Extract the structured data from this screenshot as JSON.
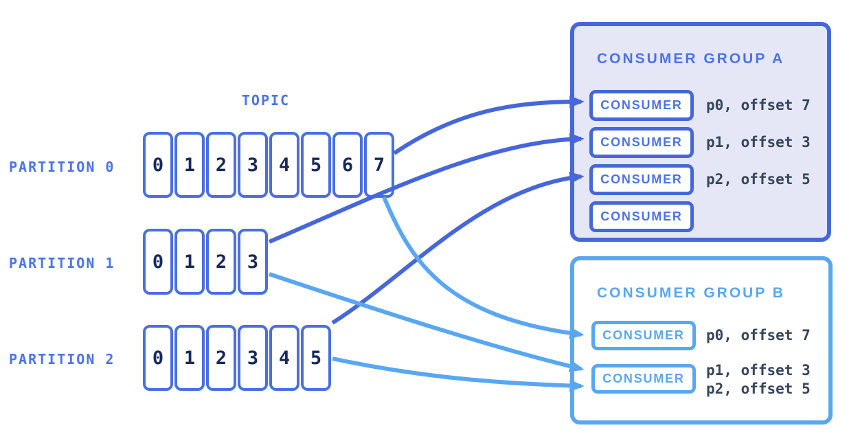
{
  "diagram": {
    "topic_label": "TOPIC",
    "partitions": [
      {
        "label": "PARTITION 0",
        "cells": [
          "0",
          "1",
          "2",
          "3",
          "4",
          "5",
          "6",
          "7"
        ]
      },
      {
        "label": "PARTITION 1",
        "cells": [
          "0",
          "1",
          "2",
          "3"
        ]
      },
      {
        "label": "PARTITION 2",
        "cells": [
          "0",
          "1",
          "2",
          "3",
          "4",
          "5"
        ]
      }
    ],
    "consumer_groups": [
      {
        "title": "CONSUMER GROUP A",
        "consumers": [
          {
            "label": "CONSUMER",
            "assignments": [
              "p0, offset 7"
            ]
          },
          {
            "label": "CONSUMER",
            "assignments": [
              "p1, offset 3"
            ]
          },
          {
            "label": "CONSUMER",
            "assignments": [
              "p2, offset 5"
            ]
          },
          {
            "label": "CONSUMER",
            "assignments": []
          }
        ]
      },
      {
        "title": "CONSUMER GROUP B",
        "consumers": [
          {
            "label": "CONSUMER",
            "assignments": [
              "p0, offset 7"
            ]
          },
          {
            "label": "CONSUMER",
            "assignments": [
              "p1, offset 3",
              "p2, offset 5"
            ]
          }
        ]
      }
    ],
    "colors": {
      "dark_blue": "#4667DA",
      "light_blue": "#59A7F1",
      "label_blue": "#4A73E6",
      "cell_border": "#4B6EE0",
      "cell_number": "#17295E",
      "offset_text": "#36455B",
      "group_a_fill": "#E5E7F6"
    }
  }
}
